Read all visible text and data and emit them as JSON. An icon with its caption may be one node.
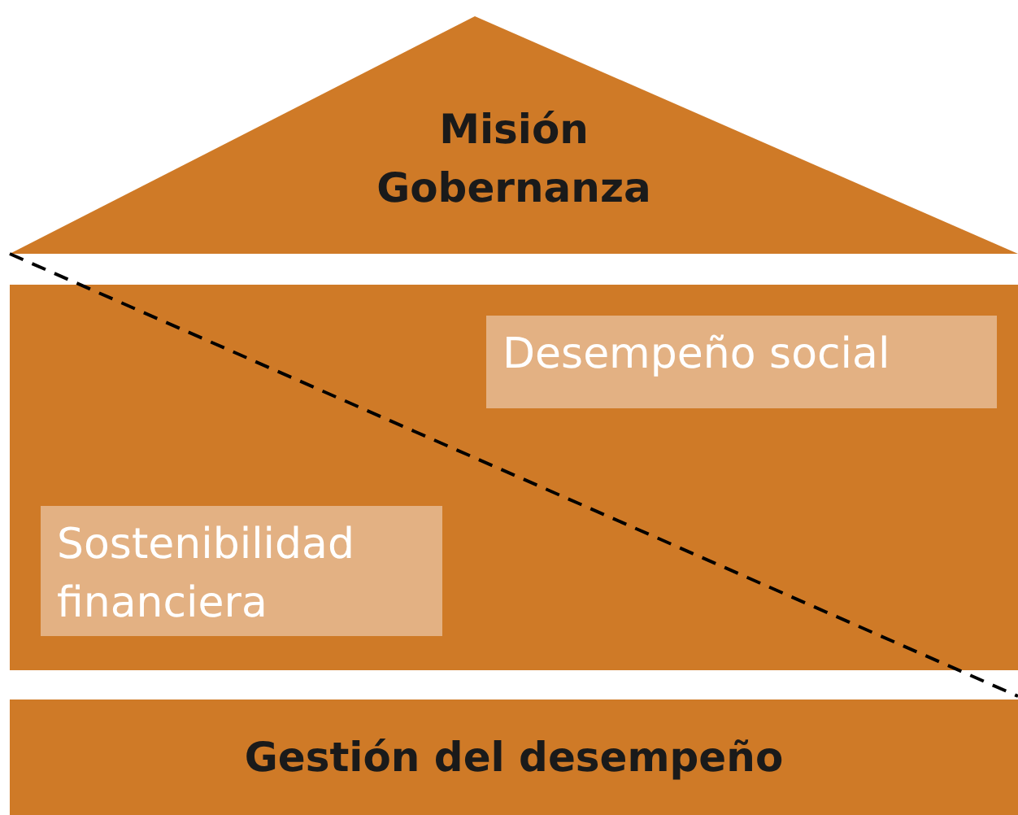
{
  "diagram": {
    "nodes": [
      {
        "text": [
          "Misión",
          "Gobernanza"
        ]
      },
      {
        "text": [],
        "shape": "box"
      },
      {
        "text": [
          "Desempeño social"
        ],
        "in": 1
      },
      {
        "text": [
          "Sostenibilidad financiera"
        ],
        "in": 1
      },
      {
        "text": [
          "Gestión del desempeño"
        ]
      }
    ]
  }
}
